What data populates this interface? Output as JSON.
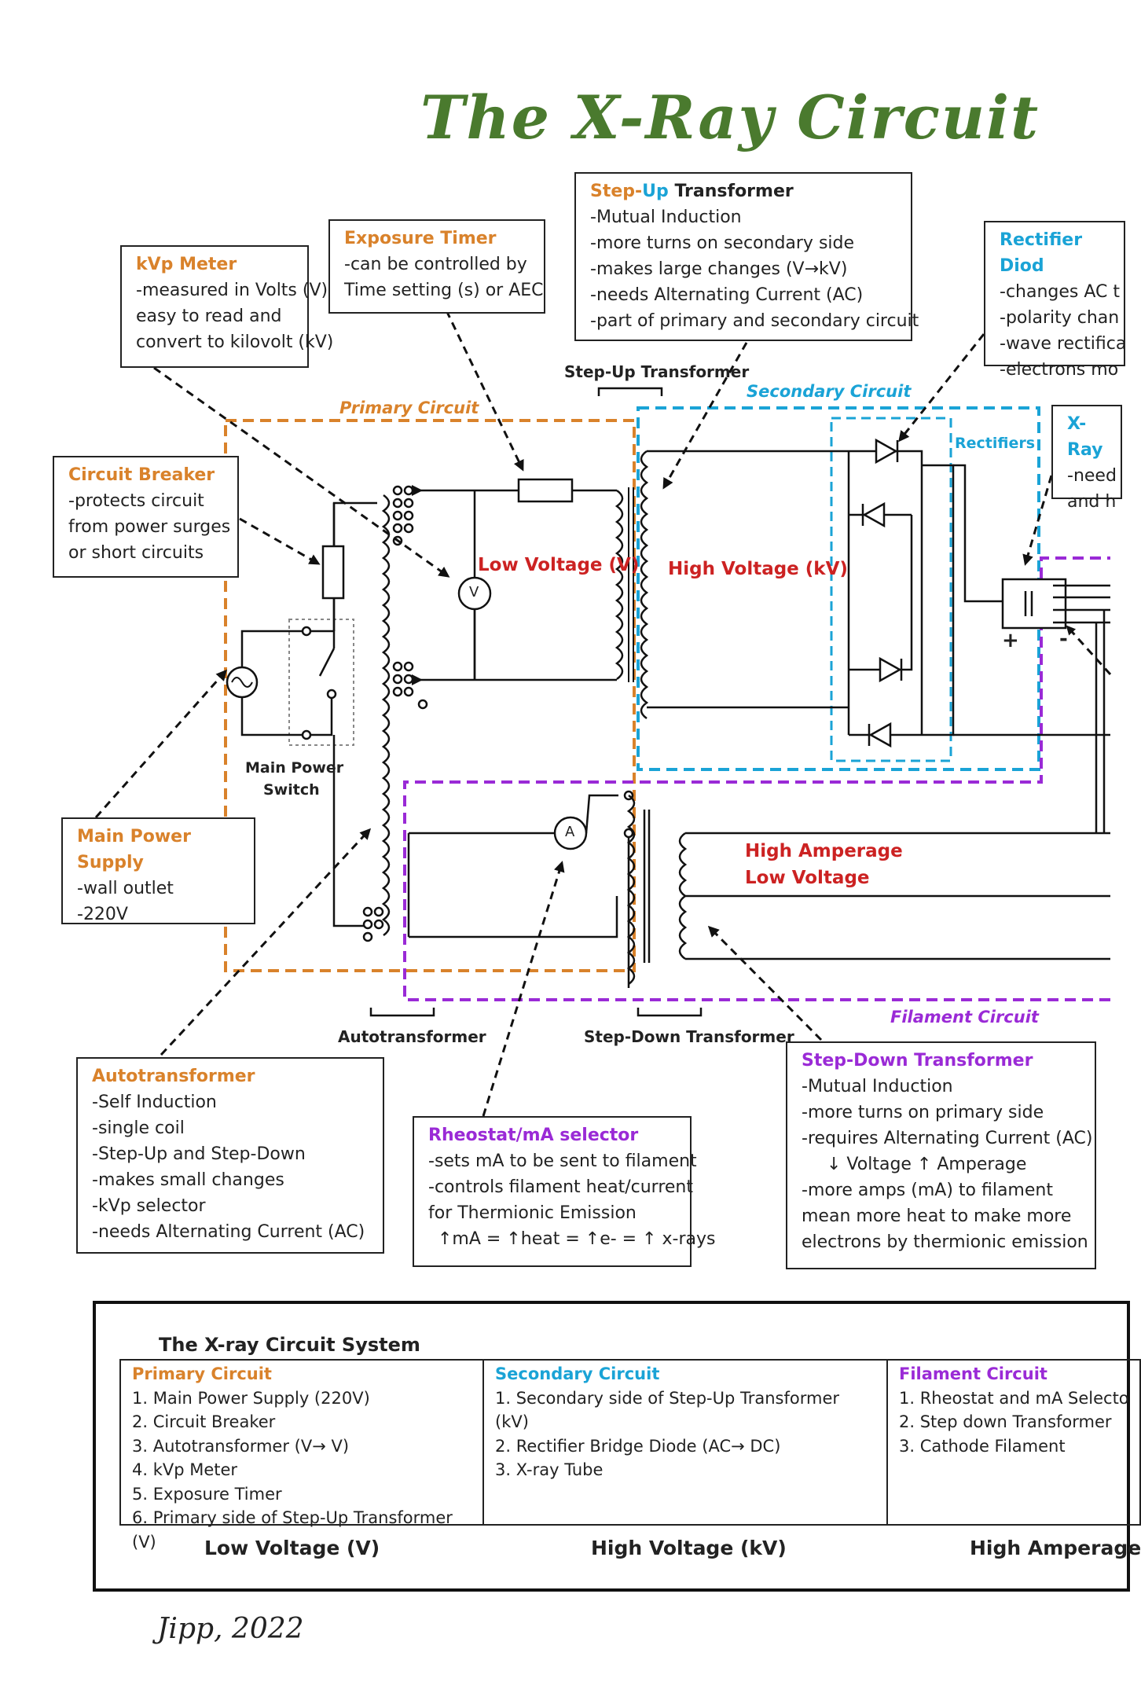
{
  "title": "The X-Ray Circuit",
  "signature": "Jipp, 2022",
  "colors": {
    "primary": "#d9822b",
    "secondary": "#1aa3d6",
    "filament": "#9a2ad6",
    "voltage": "#cc2222",
    "title": "#4a7a2e"
  },
  "callouts": {
    "kvp_meter": {
      "heading": "kVp Meter",
      "lines": [
        "-measured in Volts (V)",
        "easy to read and",
        "convert to kilovolt (kV)"
      ]
    },
    "exposure_timer": {
      "heading": "Exposure Timer",
      "lines": [
        "-can be controlled by",
        "Time setting (s) or AEC"
      ]
    },
    "stepup": {
      "heading_a": "Step-",
      "heading_b": "Up",
      "heading_c": " Transformer",
      "lines": [
        "-Mutual Induction",
        "-more turns on secondary side",
        "-makes large changes (V→kV)",
        "-needs Alternating Current (AC)",
        "-part of primary and secondary circuit"
      ]
    },
    "rectifier": {
      "heading": "Rectifier Diod",
      "lines": [
        "-changes AC t",
        "-polarity chan",
        "-wave rectifica",
        "-electrons mo"
      ]
    },
    "xray": {
      "heading": "X-Ray",
      "lines": [
        "-need",
        "and h"
      ]
    },
    "circuit_breaker": {
      "heading": "Circuit Breaker",
      "lines": [
        "-protects circuit",
        "from power surges",
        "or short circuits"
      ]
    },
    "main_power": {
      "heading": "Main Power Supply",
      "lines": [
        "-wall outlet",
        "-220V"
      ]
    },
    "autotransformer": {
      "heading": "Autotransformer",
      "lines": [
        "-Self Induction",
        "-single coil",
        "-Step-Up and Step-Down",
        "-makes small changes",
        "-kVp selector",
        "-needs Alternating Current (AC)"
      ]
    },
    "rheostat": {
      "heading": "Rheostat/mA selector",
      "lines": [
        "-sets mA to be sent to filament",
        "-controls filament heat/current",
        "for Thermionic Emission",
        "↑mA = ↑heat = ↑e- = ↑ x-rays"
      ]
    },
    "stepdown": {
      "heading": "Step-Down Transformer",
      "lines": [
        "-Mutual Induction",
        "-more turns on primary side",
        "-requires Alternating Current (AC)",
        "↓ Voltage ↑ Amperage",
        "-more amps (mA) to filament",
        "mean more heat to make more",
        "electrons by thermionic emission"
      ]
    }
  },
  "diagram_labels": {
    "primary_circuit": "Primary Circuit",
    "secondary_circuit": "Secondary Circuit",
    "filament_circuit": "Filament Circuit",
    "stepup_transformer": "Step-Up Transformer",
    "rectifiers": "Rectifiers",
    "low_voltage": "Low Voltage (V)",
    "high_voltage": "High Voltage (kV)",
    "high_amperage": "High Amperage",
    "low_voltage2": "Low Voltage",
    "main_power_switch_1": "Main Power",
    "main_power_switch_2": "Switch",
    "autotransformer": "Autotransformer",
    "stepdown_transformer": "Step-Down Transformer",
    "voltmeter": "V",
    "ammeter": "A",
    "plus": "+",
    "minus": "-"
  },
  "system": {
    "title": "The X-ray Circuit System",
    "primary": {
      "heading": "Primary Circuit",
      "items": [
        "1. Main Power Supply (220V)",
        "2. Circuit Breaker",
        "3. Autotransformer (V→ V)",
        "4. kVp Meter",
        "5. Exposure Timer",
        "6. Primary side of Step-Up Transformer (V)"
      ],
      "footer": "Low Voltage (V)"
    },
    "secondary": {
      "heading": "Secondary Circuit",
      "items": [
        "1. Secondary side of Step-Up Transformer (kV)",
        "2. Rectifier Bridge Diode (AC→ DC)",
        "3. X-ray Tube"
      ],
      "footer": "High Voltage (kV)"
    },
    "filament": {
      "heading": "Filament Circuit",
      "items": [
        "1. Rheostat and mA Selecto",
        "2. Step down Transformer",
        "3. Cathode Filament"
      ],
      "footer": "High Amperage"
    }
  }
}
